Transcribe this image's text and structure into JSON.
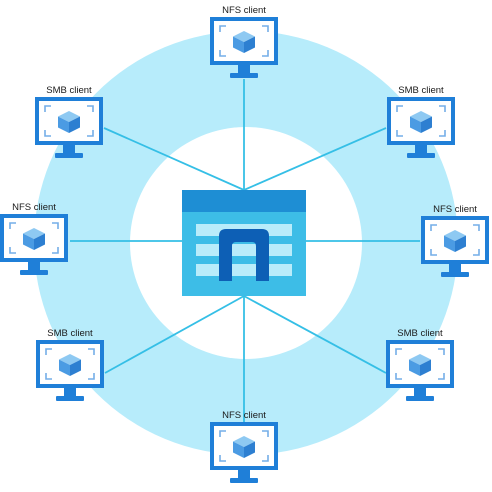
{
  "colors": {
    "ring": "#b7ecfb",
    "inner": "#ffffff",
    "line": "#35bfe6",
    "monitor_frame": "#1f7fd8",
    "monitor_stand": "#1f7fd8",
    "screen": "#ffffff",
    "screen_bracket": "#74aee8",
    "cube_top": "#8ec9f2",
    "cube_left": "#4b9be3",
    "cube_right": "#2d7fd1",
    "server_header": "#1e8ed4",
    "server_body": "#3dbde7",
    "server_rows": "#b9ecfa",
    "server_logo": "#0d5fb5"
  },
  "center": {
    "name": "file-share-server",
    "icon": "nfs-storage-server-icon"
  },
  "clients": [
    {
      "id": "top",
      "label": "NFS client",
      "icon": "virtual-machine-monitor-icon"
    },
    {
      "id": "upper-left",
      "label": "SMB client",
      "icon": "virtual-machine-monitor-icon"
    },
    {
      "id": "upper-right",
      "label": "SMB client",
      "icon": "virtual-machine-monitor-icon"
    },
    {
      "id": "left",
      "label": "NFS client",
      "icon": "virtual-machine-monitor-icon"
    },
    {
      "id": "right",
      "label": "NFS client",
      "icon": "virtual-machine-monitor-icon"
    },
    {
      "id": "lower-left",
      "label": "SMB client",
      "icon": "virtual-machine-monitor-icon"
    },
    {
      "id": "lower-right",
      "label": "SMB client",
      "icon": "virtual-machine-monitor-icon"
    },
    {
      "id": "bottom",
      "label": "NFS client",
      "icon": "virtual-machine-monitor-icon"
    }
  ]
}
